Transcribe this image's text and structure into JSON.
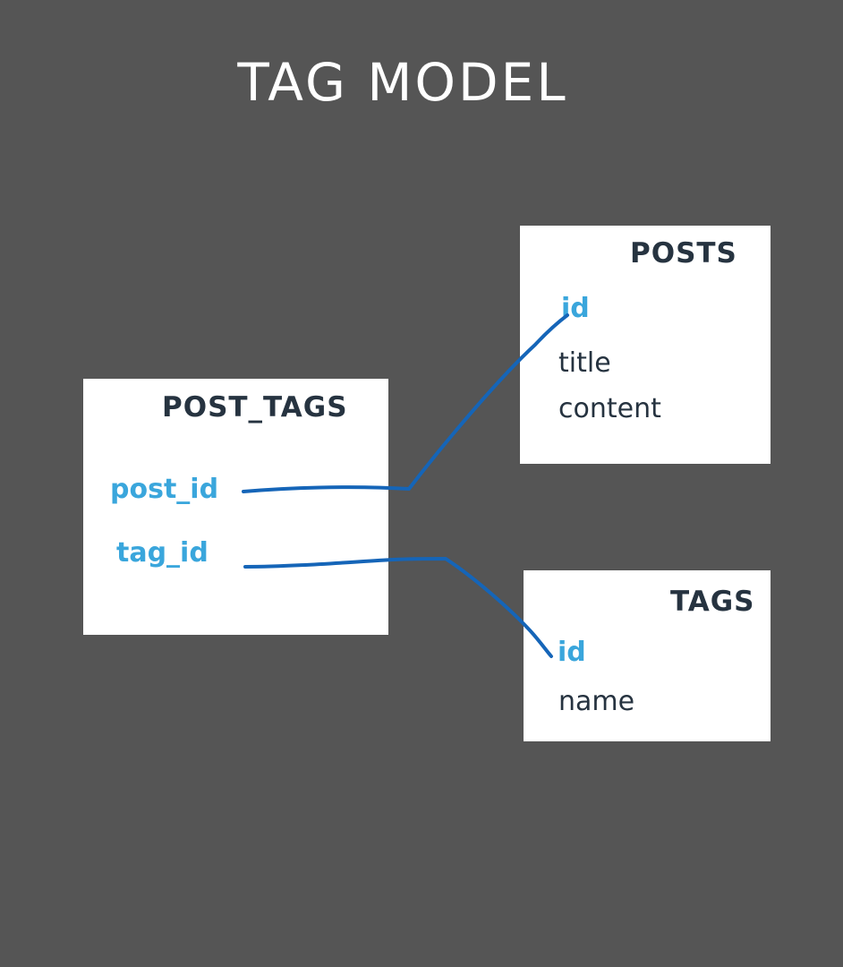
{
  "title": "TAG MODEL",
  "tables": {
    "post_tags": {
      "name": "POST_TAGS",
      "fields": [
        "post_id",
        "tag_id"
      ]
    },
    "posts": {
      "name": "POSTS",
      "fields": [
        "id",
        "title",
        "content"
      ]
    },
    "tags": {
      "name": "TAGS",
      "fields": [
        "id",
        "name"
      ]
    }
  },
  "relations": [
    {
      "from": "post_tags.post_id",
      "to": "posts.id"
    },
    {
      "from": "post_tags.tag_id",
      "to": "tags.id"
    }
  ],
  "colors": {
    "background": "#555555",
    "box": "#ffffff",
    "heading": "#263340",
    "key_field": "#3aa6dc",
    "connector": "#1565b8"
  }
}
